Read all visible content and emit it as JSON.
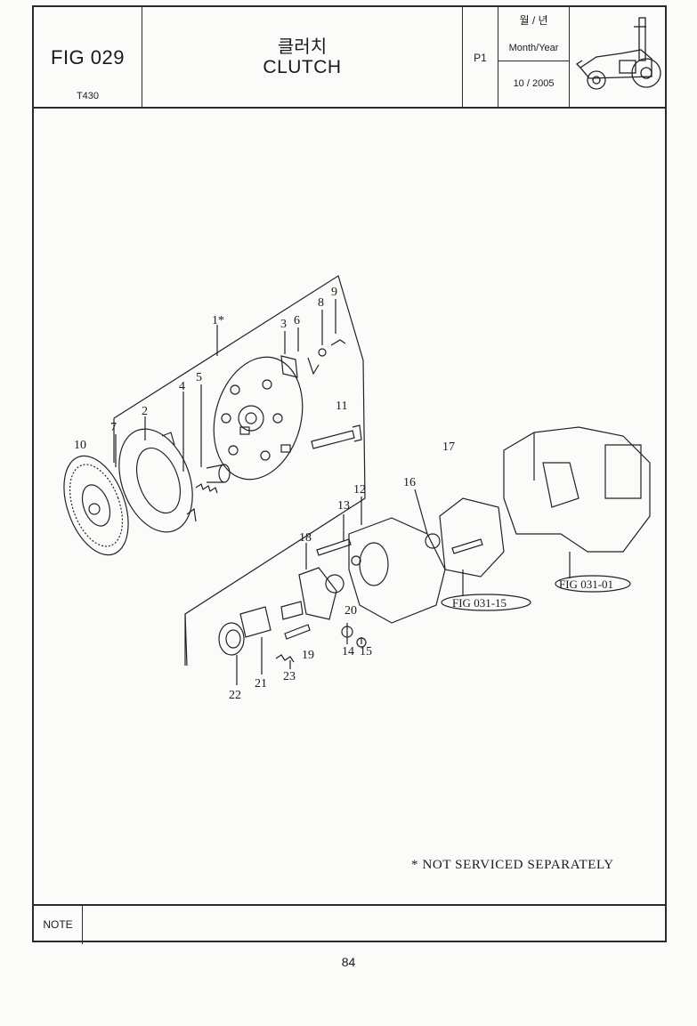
{
  "header": {
    "fig_label": "FIG 029",
    "model": "T430",
    "title_korean": "클러치",
    "title_english": "CLUTCH",
    "page_code": "P1",
    "date_top": "월 / 년",
    "date_label": "Month/Year",
    "date_value": "10 / 2005"
  },
  "diagram": {
    "part_numbers": {
      "p1": "1*",
      "p2": "2",
      "p3": "3",
      "p4": "4",
      "p5": "5",
      "p6": "6",
      "p7": "7",
      "p8": "8",
      "p9": "9",
      "p10": "10",
      "p11": "11",
      "p12": "12",
      "p13": "13",
      "p14": "14",
      "p15": "15",
      "p16": "16",
      "p17": "17",
      "p18": "18",
      "p19": "19",
      "p20": "20",
      "p21": "21",
      "p22": "22",
      "p23": "23"
    },
    "fig_refs": {
      "ref1": "FIG 031-15",
      "ref2": "FIG 031-01"
    }
  },
  "footnote": "* NOT SERVICED SEPARATELY",
  "note_label": "NOTE",
  "page_number": "84"
}
